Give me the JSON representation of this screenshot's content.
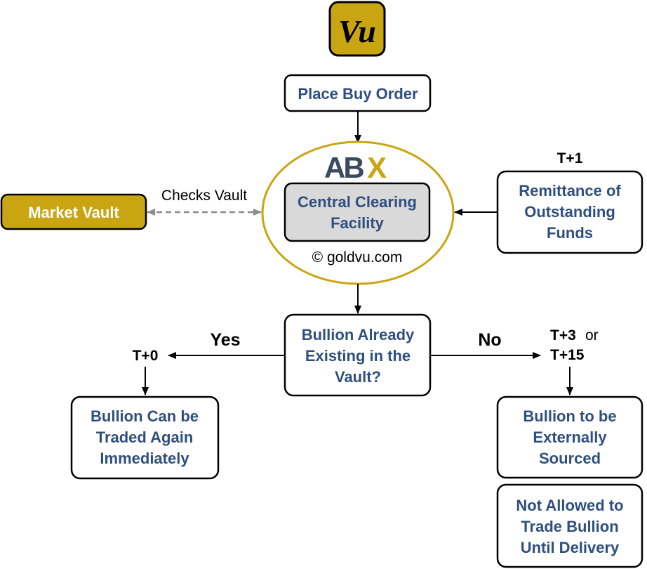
{
  "logo": {
    "text": "Vu",
    "bg_color": "#c9a512",
    "fg_color": "#000000"
  },
  "abx_logo": {
    "text_ab": "AB",
    "text_x": "X",
    "ab_color": "#3b4a5e",
    "x_color": "#c9a512"
  },
  "nodes": {
    "place_buy_order": "Place Buy Order",
    "central_clearing": [
      "Central Clearing",
      "Facility"
    ],
    "copyright": "© goldvu.com",
    "market_vault": "Market Vault",
    "remittance": [
      "Remittance of",
      "Outstanding",
      "Funds"
    ],
    "bullion_existing": [
      "Bullion Already",
      "Existing in the",
      "Vault?"
    ],
    "traded_again": [
      "Bullion Can be",
      "Traded Again",
      "Immediately"
    ],
    "externally_sourced": [
      "Bullion to be",
      "Externally",
      "Sourced"
    ],
    "not_allowed": [
      "Not Allowed to",
      "Trade Bullion",
      "Until Delivery"
    ]
  },
  "labels": {
    "checks_vault": "Checks Vault",
    "t_plus_1": "T+1",
    "yes": "Yes",
    "no": "No",
    "t_plus_0": "T+0",
    "t_plus_3": "T+3",
    "or": "or",
    "t_plus_15": "T+15"
  },
  "colors": {
    "gold": "#c9a512",
    "box_text": "#2f4f7f",
    "clearing_fill": "#d9d9d9",
    "dashed_arrow": "#8c8c8c"
  }
}
